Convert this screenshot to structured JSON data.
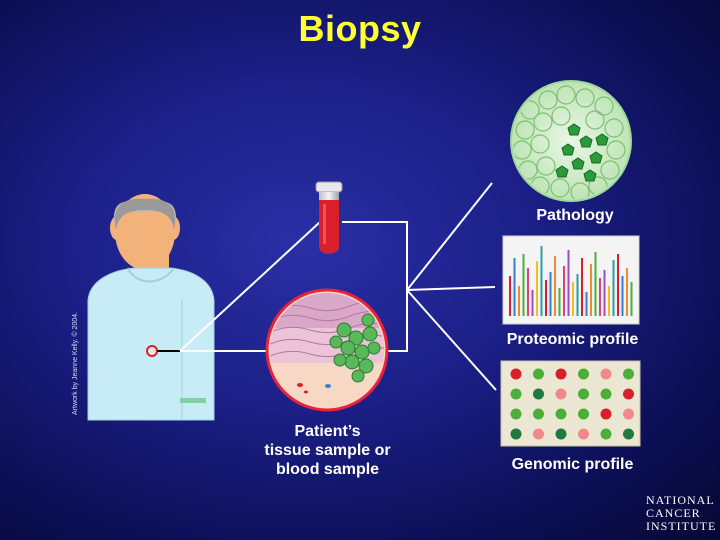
{
  "title": "Biopsy",
  "labels": {
    "pathology": "Pathology",
    "proteomic": "Proteomic profile",
    "genomic": "Genomic profile",
    "sample_line1": "Patient’s",
    "sample_line2": "tissue sample or",
    "sample_line3": "blood sample"
  },
  "credit": "Artwork by Jeanne Kelly. © 2004.",
  "logo": {
    "line1": "NATIONAL",
    "line2": "CANCER",
    "line3": "INSTITUTE"
  },
  "colors": {
    "title": "#ffff33",
    "background": "#1b1f86",
    "line": "#ffffff",
    "blood": "#d9202a",
    "cell_green": "#3aa84a",
    "dot_red": "#d7202b",
    "dot_green": "#4caf3a",
    "dot_pink": "#f08a8a",
    "dot_darkgreen": "#1f7a3f"
  },
  "icons": [
    "patient-figure",
    "test-tube-icon",
    "tissue-section",
    "pathology-cells",
    "proteomic-bars",
    "genomic-dot-grid"
  ]
}
